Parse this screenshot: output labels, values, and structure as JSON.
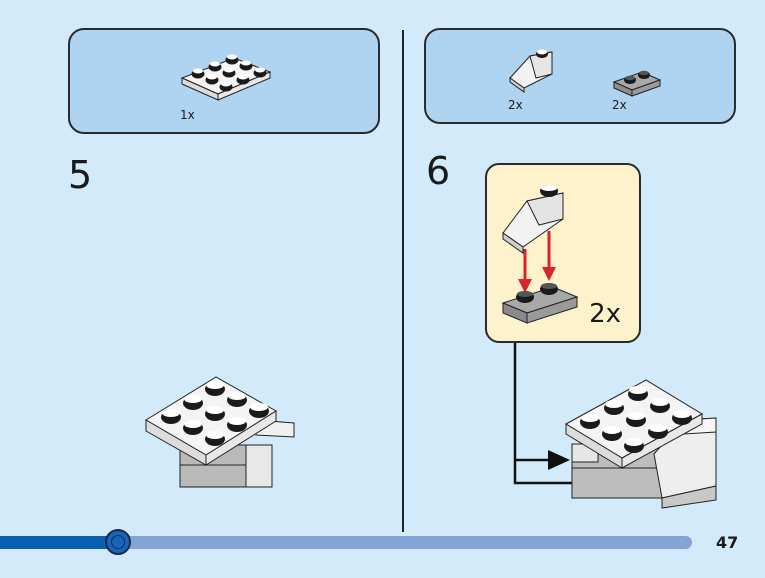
{
  "colors": {
    "page_background": "#d3eafa",
    "parts_box": "#afd4f1",
    "callout": "#fdf2cc",
    "progress_fill": "#0a5fb0",
    "progress_track": "#82a4d6",
    "arrow_red": "#d7262a"
  },
  "steps": [
    {
      "number": "5",
      "parts": [
        {
          "name": "white 3x3 plate",
          "icon": "plate-3x3-white-icon",
          "quantity": "1x"
        }
      ],
      "assembly_icon": "assembly-step5-icon"
    },
    {
      "number": "6",
      "parts": [
        {
          "name": "white 1x2 slope",
          "icon": "slope-1x2-white-icon",
          "quantity": "2x"
        },
        {
          "name": "grey 1x2 plate",
          "icon": "plate-1x2-grey-icon",
          "quantity": "2x"
        }
      ],
      "callout": {
        "quantity": "2x",
        "icon": "subassembly-slope-on-plate-icon"
      },
      "assembly_icon": "assembly-step6-icon"
    }
  ],
  "progress": {
    "value": 0.17
  },
  "page": {
    "number": "47"
  }
}
